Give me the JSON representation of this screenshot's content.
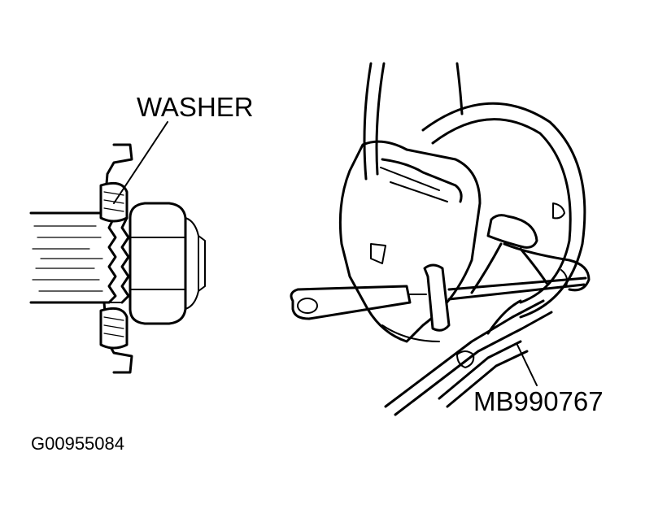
{
  "labels": {
    "washer": "WASHER",
    "tool": "MB990767",
    "figure_id": "G00955084"
  }
}
